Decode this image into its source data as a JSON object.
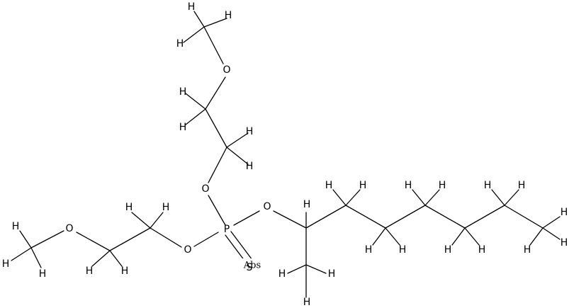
{
  "molecule": {
    "stereo_flag": "Abs",
    "atoms": [
      {
        "id": "H1",
        "label": "H"
      },
      {
        "id": "H2",
        "label": "H"
      },
      {
        "id": "H3",
        "label": "H"
      },
      {
        "id": "O1",
        "label": "O"
      },
      {
        "id": "H4",
        "label": "H"
      },
      {
        "id": "H5",
        "label": "H"
      },
      {
        "id": "H6",
        "label": "H"
      },
      {
        "id": "H7",
        "label": "H"
      },
      {
        "id": "O2",
        "label": "O"
      },
      {
        "id": "P",
        "label": "P"
      },
      {
        "id": "S",
        "label": "S"
      },
      {
        "id": "O3",
        "label": "O"
      },
      {
        "id": "H8",
        "label": "H"
      },
      {
        "id": "H9",
        "label": "H"
      },
      {
        "id": "H10",
        "label": "H"
      },
      {
        "id": "H11",
        "label": "H"
      },
      {
        "id": "O4",
        "label": "O"
      },
      {
        "id": "H12",
        "label": "H"
      },
      {
        "id": "H13",
        "label": "H"
      },
      {
        "id": "H14",
        "label": "H"
      },
      {
        "id": "O5",
        "label": "O"
      },
      {
        "id": "H15",
        "label": "H"
      },
      {
        "id": "H16",
        "label": "H"
      },
      {
        "id": "H17",
        "label": "H"
      },
      {
        "id": "H18",
        "label": "H"
      },
      {
        "id": "H19",
        "label": "H"
      },
      {
        "id": "H20",
        "label": "H"
      },
      {
        "id": "H21",
        "label": "H"
      },
      {
        "id": "H22",
        "label": "H"
      },
      {
        "id": "H23",
        "label": "H"
      },
      {
        "id": "H24",
        "label": "H"
      },
      {
        "id": "H25",
        "label": "H"
      },
      {
        "id": "H26",
        "label": "H"
      },
      {
        "id": "H27",
        "label": "H"
      },
      {
        "id": "H28",
        "label": "H"
      },
      {
        "id": "H29",
        "label": "H"
      },
      {
        "id": "H30",
        "label": "H"
      },
      {
        "id": "H31",
        "label": "H"
      },
      {
        "id": "H32",
        "label": "H"
      },
      {
        "id": "H33",
        "label": "H"
      }
    ]
  }
}
